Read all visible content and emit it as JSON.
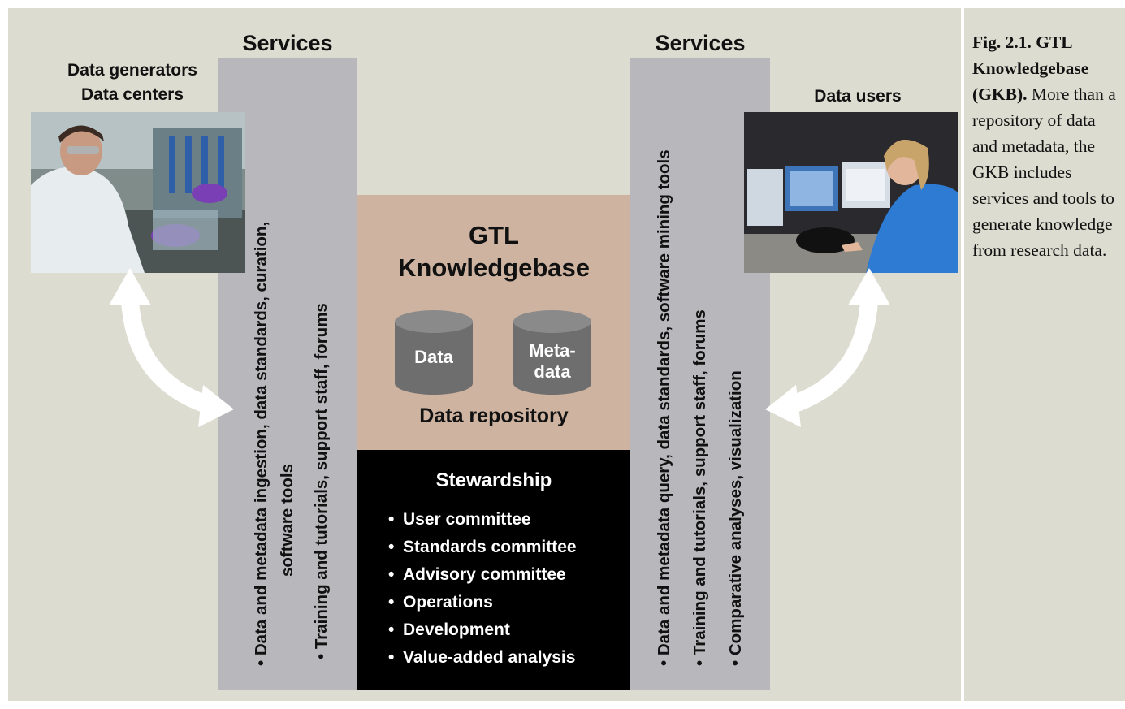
{
  "left": {
    "services_title": "Services",
    "photo_label_line1": "Data generators",
    "photo_label_line2": "Data centers",
    "bullet1_line1": "• Data and metadata ingestion, data standards, curation,",
    "bullet1_line2": "software tools",
    "bullet2": "• Training and tutorials, support staff, forums"
  },
  "right": {
    "services_title": "Services",
    "photo_label": "Data users",
    "bullet1": "• Data and metadata query, data standards, software mining tools",
    "bullet2": "• Training and tutorials, support staff, forums",
    "bullet3": "• Comparative analyses, visualization"
  },
  "knowledgebase": {
    "title_line1": "GTL",
    "title_line2": "Knowledgebase",
    "db1_label": "Data",
    "db2_label_line1": "Meta-",
    "db2_label_line2": "data",
    "repository_label": "Data repository"
  },
  "stewardship": {
    "title": "Stewardship",
    "items": [
      "User committee",
      "Standards committee",
      "Advisory committee",
      "Operations",
      "Development",
      "Value-added analysis"
    ],
    "bullet": "•"
  },
  "caption": {
    "label": "Fig. 2.1. GTL Knowledgebase (GKB).",
    "text": "More than a repository of data and metadata, the GKB includes services and tools to generate knowledge from research data."
  },
  "colors": {
    "panel_bg": "#dcdcd0",
    "services_column": "#b8b8bc",
    "knowledgebase_bg": "#cdb3a0",
    "stewardship_bg": "#000000",
    "database_cylinder": "#6e6e6e"
  },
  "icons": [
    "double-arrow-left-icon",
    "double-arrow-right-icon",
    "database-icon",
    "database-icon"
  ]
}
